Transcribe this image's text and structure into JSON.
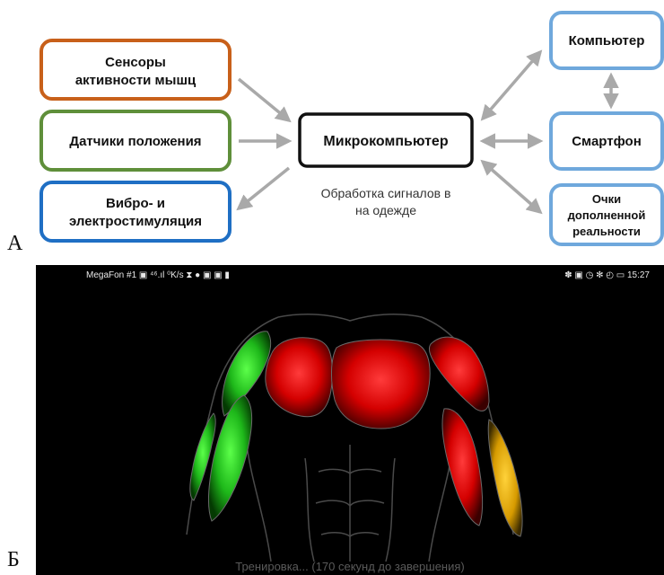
{
  "panel_a": {
    "letter": "А",
    "left_boxes": [
      {
        "id": "muscle",
        "lines": [
          "Сенсоры",
          "активности мышц"
        ],
        "color": "#c8601a"
      },
      {
        "id": "position",
        "lines": [
          "Датчики положения"
        ],
        "color": "#5f8f3a"
      },
      {
        "id": "vibro",
        "lines": [
          "Вибро- и",
          "электростимуляция"
        ],
        "color": "#1f6fc4"
      }
    ],
    "center_box": {
      "lines": [
        "Микрокомпьютер"
      ],
      "color": "#111111"
    },
    "center_caption": [
      "Обработка сигналов в",
      "на одежде"
    ],
    "right_boxes": [
      {
        "id": "computer",
        "lines": [
          "Компьютер"
        ],
        "color": "#6fa8dc"
      },
      {
        "id": "smartphone",
        "lines": [
          "Смартфон"
        ],
        "color": "#6fa8dc"
      },
      {
        "id": "ar-glasses",
        "lines": [
          "Очки",
          "дополненной",
          "реальности"
        ],
        "color": "#6fa8dc"
      }
    ],
    "arrow_color": "#a9a9a9"
  },
  "panel_b": {
    "letter": "Б",
    "status_left": "MegaFon #1 ▣ ⁴⁶.ıl ⁰K/s ⧗ ● ▣ ▣ ▮",
    "status_right": "✽ ▣ ◷ ✻ ◴ ▭ 15:27",
    "progress_text": "Тренировка... (170 секунд до завершения)",
    "muscle_colors": {
      "active_green": "#22c21e",
      "active_red": "#e01010",
      "partial_yellow": "#e0a800"
    }
  }
}
